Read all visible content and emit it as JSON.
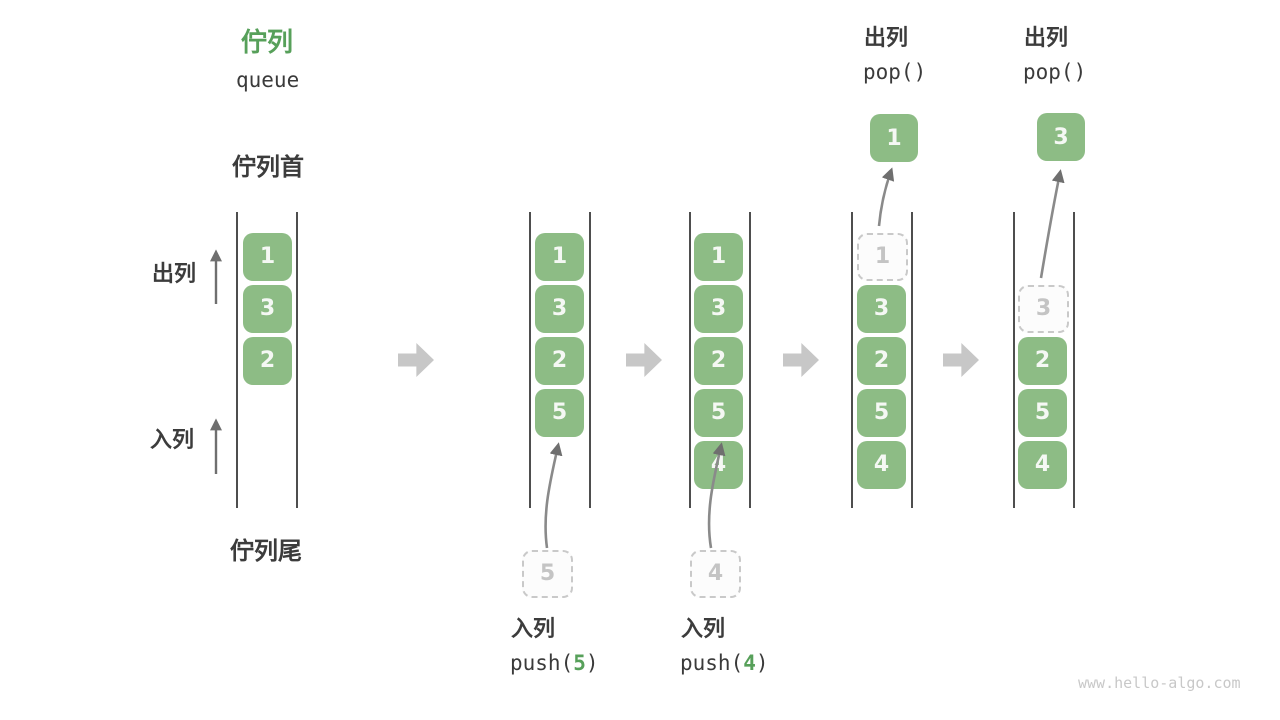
{
  "title": {
    "zh": "佇列",
    "en": "queue"
  },
  "side_labels": {
    "front": "佇列首",
    "rear": "佇列尾",
    "dequeue": "出列",
    "enqueue": "入列"
  },
  "palette": {
    "cell_green": "#8DBC85",
    "title_green": "#57A05A",
    "block_arrow_gray": "#C7C7C7",
    "dashed_gray": "#C9C9C9",
    "text_dark": "#3C3C3C"
  },
  "watermark": "www.hello-algo.com",
  "stages": [
    {
      "name": "initial-queue",
      "cells": [
        {
          "value": "1"
        },
        {
          "value": "3"
        },
        {
          "value": "2"
        }
      ]
    },
    {
      "name": "after-push-5",
      "cells": [
        {
          "value": "1"
        },
        {
          "value": "3"
        },
        {
          "value": "2"
        },
        {
          "value": "5"
        }
      ],
      "incoming_value": "5",
      "action": {
        "label": "入列",
        "code_pre": "push(",
        "arg": "5",
        "code_post": ")"
      }
    },
    {
      "name": "after-push-4",
      "cells": [
        {
          "value": "1"
        },
        {
          "value": "3"
        },
        {
          "value": "2"
        },
        {
          "value": "5"
        },
        {
          "value": "4"
        }
      ],
      "incoming_value": "4",
      "action": {
        "label": "入列",
        "code_pre": "push(",
        "arg": "4",
        "code_post": ")"
      }
    },
    {
      "name": "after-pop-1",
      "cells": [
        {
          "value": "1",
          "state": "popped"
        },
        {
          "value": "3"
        },
        {
          "value": "2"
        },
        {
          "value": "5"
        },
        {
          "value": "4"
        }
      ],
      "popped_value": "1",
      "action": {
        "label": "出列",
        "code": "pop()"
      }
    },
    {
      "name": "after-pop-3",
      "cells": [
        {
          "value": "3",
          "state": "popped"
        },
        {
          "value": "2"
        },
        {
          "value": "5"
        },
        {
          "value": "4"
        }
      ],
      "popped_value": "3",
      "action": {
        "label": "出列",
        "code": "pop()"
      }
    }
  ]
}
